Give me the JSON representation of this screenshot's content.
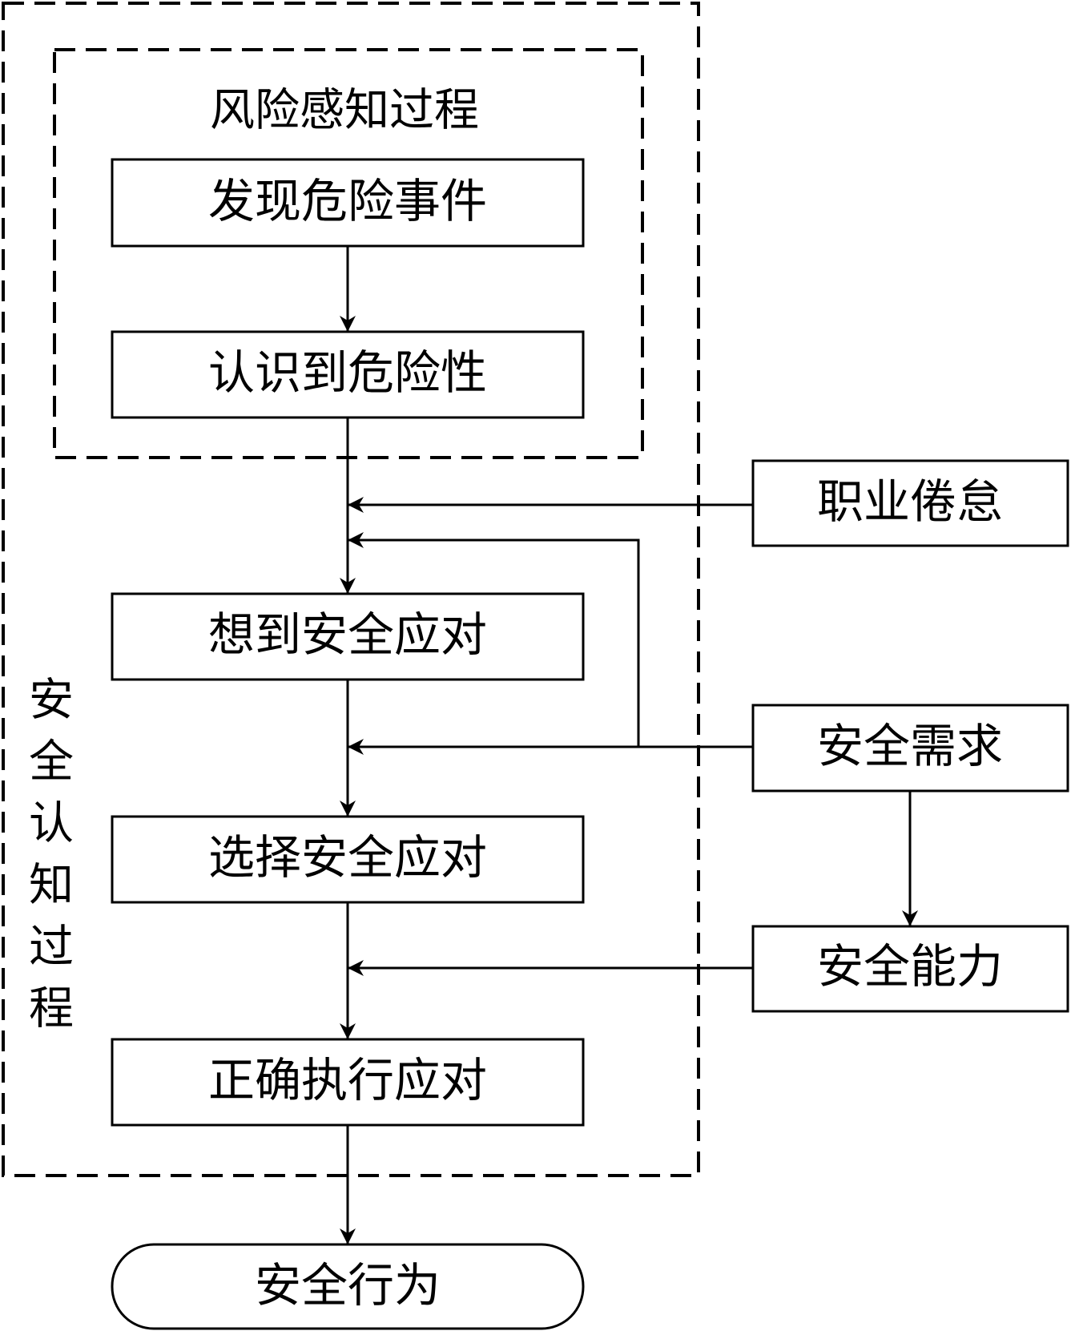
{
  "diagram": {
    "risk_perception_label": "风险感知过程",
    "safety_cognition_label": [
      "安",
      "全",
      "认",
      "知",
      "过",
      "程"
    ],
    "steps": {
      "discover_hazard": "发现危险事件",
      "recognize_danger": "认识到危险性",
      "think_response": "想到安全应对",
      "choose_response": "选择安全应对",
      "execute_response": "正确执行应对"
    },
    "factors": {
      "occupational_burnout": "职业倦怠",
      "safety_need": "安全需求",
      "safety_ability": "安全能力"
    },
    "outcome": "安全行为"
  }
}
